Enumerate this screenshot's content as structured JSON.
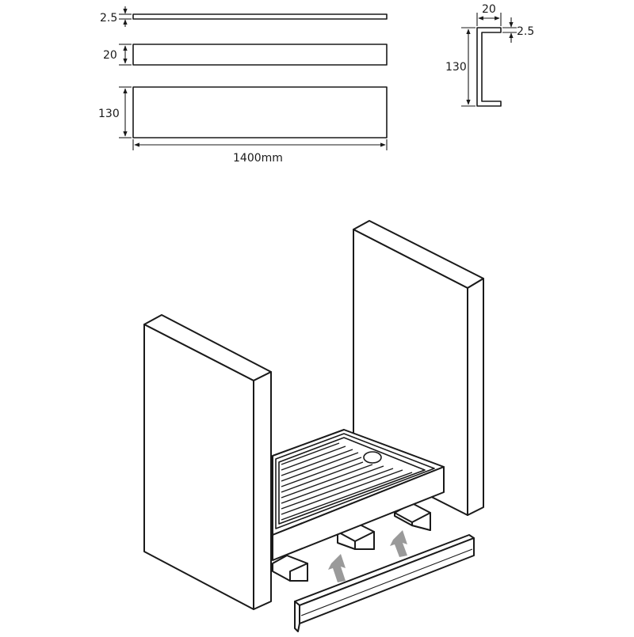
{
  "dimensions": {
    "thickness_label": "2.5",
    "depth_label": "20",
    "height_label": "130",
    "length_label": "1400mm"
  },
  "profile": {
    "width_label": "20",
    "thickness_label": "2.5",
    "height_label": "130"
  },
  "assembly": {
    "arrow_color": "#9a9a9a",
    "line_color": "#1a1a1a"
  }
}
